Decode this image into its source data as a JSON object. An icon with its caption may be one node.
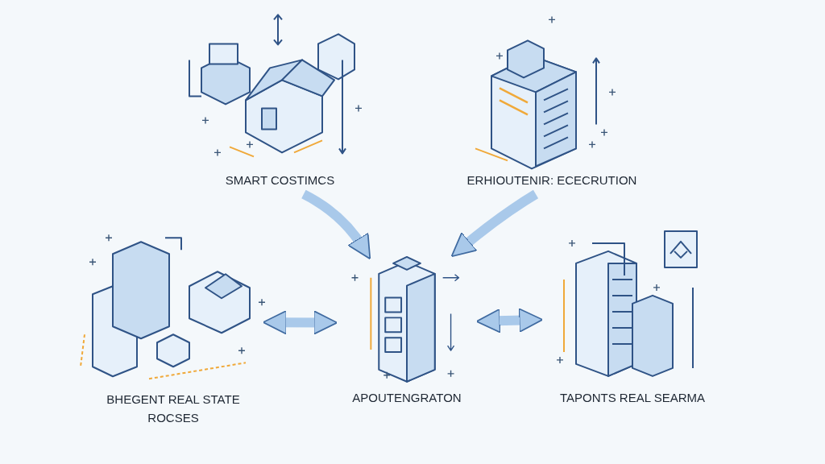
{
  "diagram": {
    "nodes": [
      {
        "text": [
          "SMART COSTIMCS"
        ]
      },
      {
        "text": [
          "ERHIOUTENIR: ECECRUTION"
        ]
      },
      {
        "text": [
          "BHEGENT REAL STATE ROCSES"
        ]
      },
      {
        "text": [
          "APOUTENGRATON"
        ]
      },
      {
        "text": [
          "TAPONTS REAL SEARMA"
        ]
      }
    ],
    "edges": [
      {
        "from": 0,
        "to": 3,
        "arrow": "to"
      },
      {
        "from": 1,
        "to": 3,
        "arrow": "to"
      },
      {
        "from": 2,
        "to": 3,
        "arrow": "both"
      },
      {
        "from": 3,
        "to": 4,
        "arrow": "both"
      }
    ]
  }
}
